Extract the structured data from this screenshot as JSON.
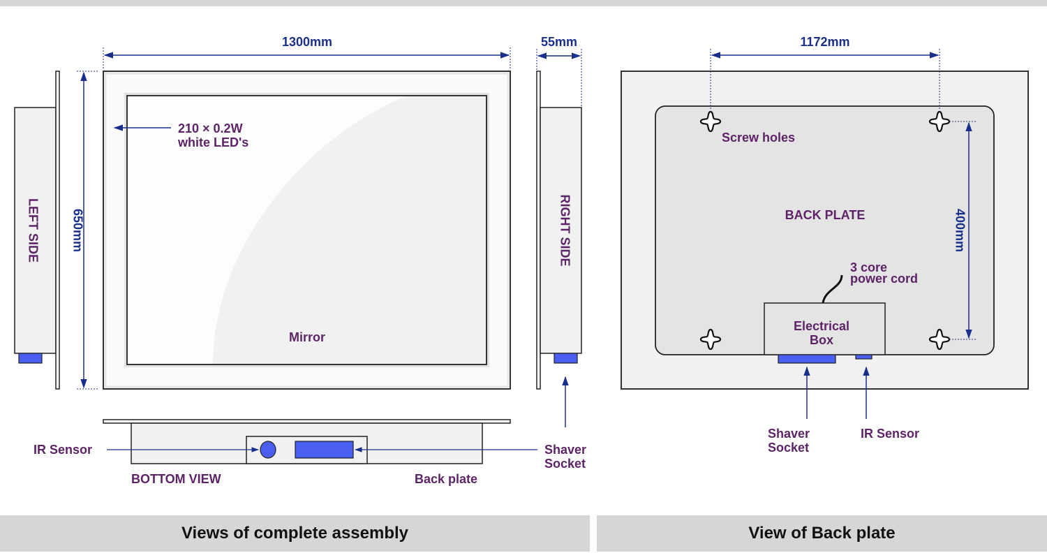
{
  "colors": {
    "label": "#5c2466",
    "dimension": "#1a2f8a",
    "component_fill": "#4a5ef0",
    "panel_fill": "#f1f1f1",
    "backplate_fill": "#e4e4e4",
    "caption_bg": "#d6d6d6"
  },
  "assembly": {
    "width_dim": "1300mm",
    "depth_dim": "55mm",
    "height_dim": "650mm",
    "led_label_line1": "210 × 0.2W",
    "led_label_line2": "white LED's",
    "mirror_label": "Mirror",
    "left_side_label": "LEFT SIDE",
    "right_side_label": "RIGHT SIDE",
    "bottom_view_label": "BOTTOM VIEW",
    "back_plate_label": "Back plate",
    "ir_sensor_label": "IR Sensor",
    "shaver_socket_line1": "Shaver",
    "shaver_socket_line2": "Socket"
  },
  "back_plate_view": {
    "width_dim": "1172mm",
    "height_dim": "400mm",
    "screw_holes_label": "Screw holes",
    "back_plate_label": "BACK PLATE",
    "power_cord_line1": "3 core",
    "power_cord_line2": "power cord",
    "electrical_box_line1": "Electrical",
    "electrical_box_line2": "Box",
    "shaver_socket_line1": "Shaver",
    "shaver_socket_line2": "Socket",
    "ir_sensor_label": "IR Sensor"
  },
  "captions": {
    "left": "Views of complete assembly",
    "right": "View of Back plate"
  }
}
